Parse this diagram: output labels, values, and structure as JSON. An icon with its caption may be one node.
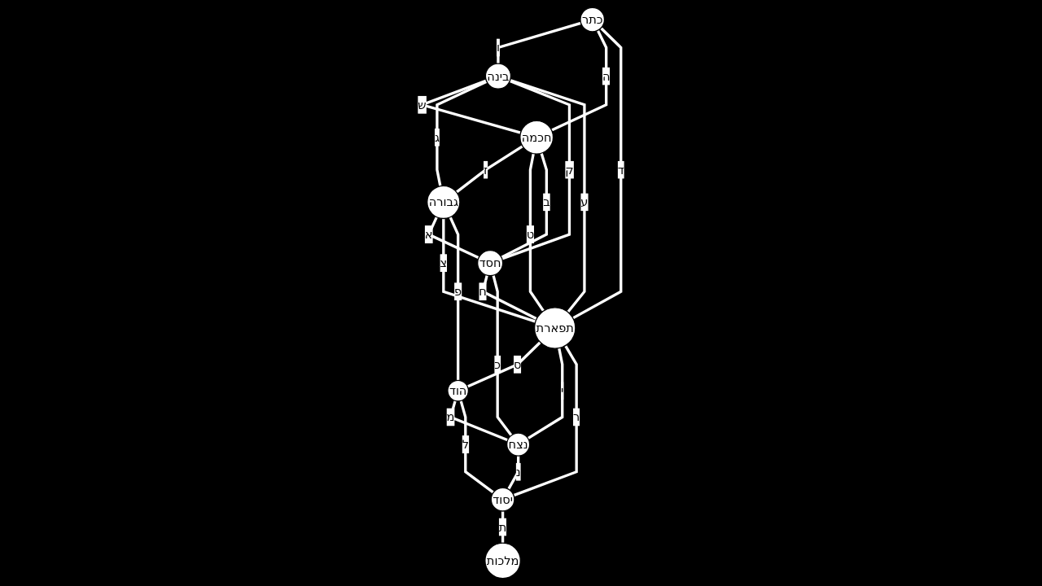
{
  "diagram": {
    "nodes": [
      {
        "text": [
          "כתר"
        ]
      },
      {
        "text": [
          "בינה"
        ]
      },
      {
        "text": [
          "חכמה"
        ]
      },
      {
        "text": [
          "גבורה"
        ]
      },
      {
        "text": [
          "חסד"
        ]
      },
      {
        "text": [
          "תפארת"
        ]
      },
      {
        "text": [
          "הוד"
        ]
      },
      {
        "text": [
          "נצח"
        ]
      },
      {
        "text": [
          "יסוד"
        ]
      },
      {
        "text": [
          "מלכות"
        ]
      }
    ],
    "edges": [
      {
        "from": 0,
        "to": 1,
        "arrow": "none",
        "label": "ו"
      },
      {
        "from": 0,
        "to": 2,
        "arrow": "none",
        "label": "ה"
      },
      {
        "from": 1,
        "to": 2,
        "arrow": "none",
        "label": "ש"
      },
      {
        "from": 0,
        "to": 5,
        "arrow": "none",
        "label": "ד"
      },
      {
        "from": 1,
        "to": 3,
        "arrow": "none",
        "label": "ג"
      },
      {
        "from": 1,
        "to": 4,
        "arrow": "none",
        "label": "ק"
      },
      {
        "from": 1,
        "to": 5,
        "arrow": "none",
        "label": "ע"
      },
      {
        "from": 2,
        "to": 3,
        "arrow": "none",
        "label": "ז"
      },
      {
        "from": 2,
        "to": 5,
        "arrow": "none",
        "label": "ט"
      },
      {
        "from": 2,
        "to": 4,
        "arrow": "none",
        "label": "ב"
      },
      {
        "from": 3,
        "to": 4,
        "arrow": "none",
        "label": "א"
      },
      {
        "from": 3,
        "to": 5,
        "arrow": "none",
        "label": "צ"
      },
      {
        "from": 4,
        "to": 5,
        "arrow": "none",
        "label": "ח"
      },
      {
        "from": 3,
        "to": 6,
        "arrow": "none",
        "label": "פ"
      },
      {
        "from": 4,
        "to": 7,
        "arrow": "none",
        "label": "כ"
      },
      {
        "from": 5,
        "to": 6,
        "arrow": "none",
        "label": "ס"
      },
      {
        "from": 5,
        "to": 7,
        "arrow": "none",
        "label": "י"
      },
      {
        "from": 6,
        "to": 7,
        "arrow": "none",
        "label": "מ"
      },
      {
        "from": 5,
        "to": 8,
        "arrow": "none",
        "label": "ר"
      },
      {
        "from": 6,
        "to": 8,
        "arrow": "none",
        "label": "ל"
      },
      {
        "from": 7,
        "to": 8,
        "arrow": "none",
        "label": "נ"
      },
      {
        "from": 8,
        "to": 9,
        "arrow": "none",
        "label": "ת"
      }
    ]
  }
}
